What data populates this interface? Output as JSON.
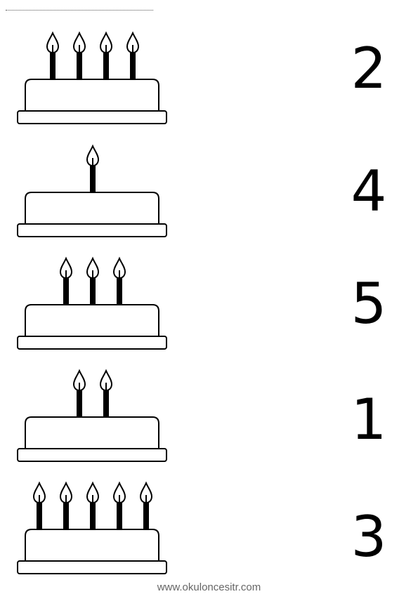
{
  "worksheet": {
    "rows": [
      {
        "candles": 4,
        "number": "2"
      },
      {
        "candles": 1,
        "number": "4"
      },
      {
        "candles": 3,
        "number": "5"
      },
      {
        "candles": 2,
        "number": "1"
      },
      {
        "candles": 5,
        "number": "3"
      }
    ]
  },
  "footer": {
    "website": "www.okuloncesitr.com"
  }
}
